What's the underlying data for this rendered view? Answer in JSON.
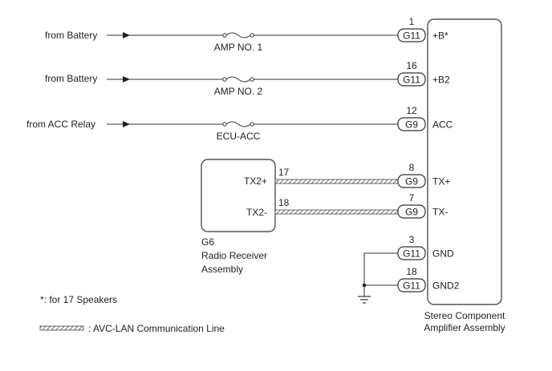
{
  "sources": {
    "battery_1": "from Battery",
    "battery_2": "from Battery",
    "acc_relay": "from ACC Relay"
  },
  "fuses": {
    "amp_no1": "AMP NO. 1",
    "amp_no2": "AMP NO. 2",
    "ecu_acc": "ECU-ACC"
  },
  "amplifier": {
    "name_line1": "Stereo Component",
    "name_line2": "Amplifier Assembly",
    "terminals": [
      {
        "pin": "1",
        "connector": "G11",
        "label": "+B*"
      },
      {
        "pin": "16",
        "connector": "G11",
        "label": "+B2"
      },
      {
        "pin": "12",
        "connector": "G9",
        "label": "ACC"
      },
      {
        "pin": "8",
        "connector": "G9",
        "label": "TX+"
      },
      {
        "pin": "7",
        "connector": "G9",
        "label": "TX-"
      },
      {
        "pin": "3",
        "connector": "G11",
        "label": "GND"
      },
      {
        "pin": "18",
        "connector": "G11",
        "label": "GND2"
      }
    ]
  },
  "radio": {
    "connector": "G6",
    "name_line1": "Radio Receiver",
    "name_line2": "Assembly",
    "terminals": [
      {
        "pin": "17",
        "label": "TX2+"
      },
      {
        "pin": "18",
        "label": "TX2-"
      }
    ]
  },
  "notes": {
    "footnote": "*: for 17 Speakers",
    "legend": ": AVC-LAN Communication Line"
  }
}
